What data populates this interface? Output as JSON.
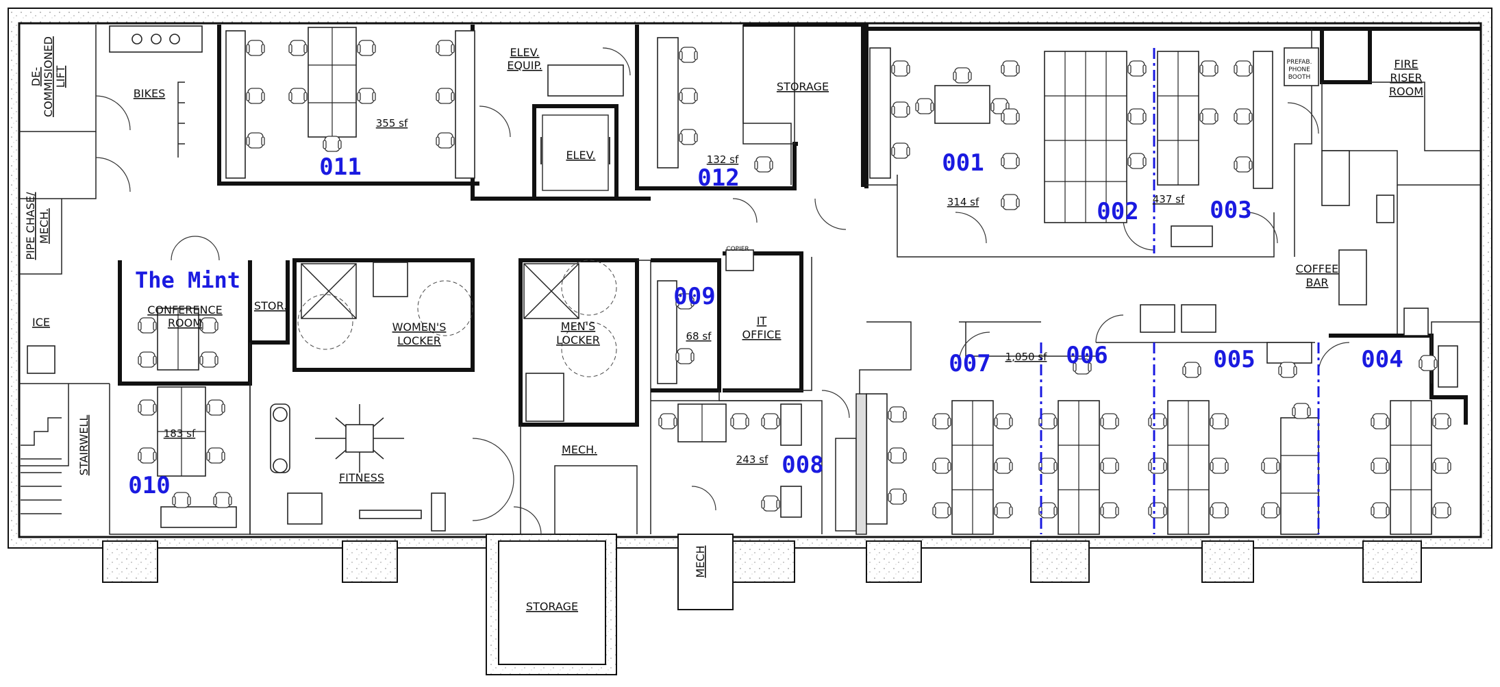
{
  "room_labels": {
    "decommissioned_lift": [
      "DE-",
      "COMMISIONED",
      "LIFT"
    ],
    "bikes": "BIKES",
    "pipe_chase": [
      "PIPE CHASE/",
      "MECH."
    ],
    "ice": "ICE",
    "stairwell": "STAIRWELL",
    "conference": [
      "CONFERENCE",
      "ROOM"
    ],
    "stor": "STOR.",
    "womens_locker": [
      "WOMEN'S",
      "LOCKER"
    ],
    "mens_locker": [
      "MEN'S",
      "LOCKER"
    ],
    "fitness": "FITNESS",
    "mech_center": "MECH.",
    "storage_bottom": "STORAGE",
    "elev_equip": [
      "ELEV.",
      "EQUIP."
    ],
    "elev": "ELEV.",
    "storage_top": "STORAGE",
    "it_office": [
      "IT",
      "OFFICE"
    ],
    "copier": "COPIER",
    "mech_bottom": "MECH",
    "prefab_booth": [
      "PREFAB.",
      "PHONE",
      "BOOTH"
    ],
    "fire_riser": [
      "FIRE",
      "RISER",
      "ROOM"
    ],
    "coffee_bar": [
      "COFFEE",
      "BAR"
    ]
  },
  "area_labels": {
    "a011": "355 sf",
    "a012": "132 sf",
    "a001": "314 sf",
    "a002_003": "437 sf",
    "a009": "68 sf",
    "a010": "183 sf",
    "a008": "243 sf",
    "a007_006": "1,050 sf"
  },
  "suite_numbers": {
    "s011": "011",
    "s012": "012",
    "s001": "001",
    "s002": "002",
    "s003": "003",
    "s009": "009",
    "s010": "010",
    "s008": "008",
    "s007": "007",
    "s006": "006",
    "s005": "005",
    "s004": "004"
  },
  "named_room": "The Mint",
  "colors": {
    "suite_label": "#1a1ae0",
    "wall": "#111111",
    "partition_line": "#1a1ae0"
  }
}
